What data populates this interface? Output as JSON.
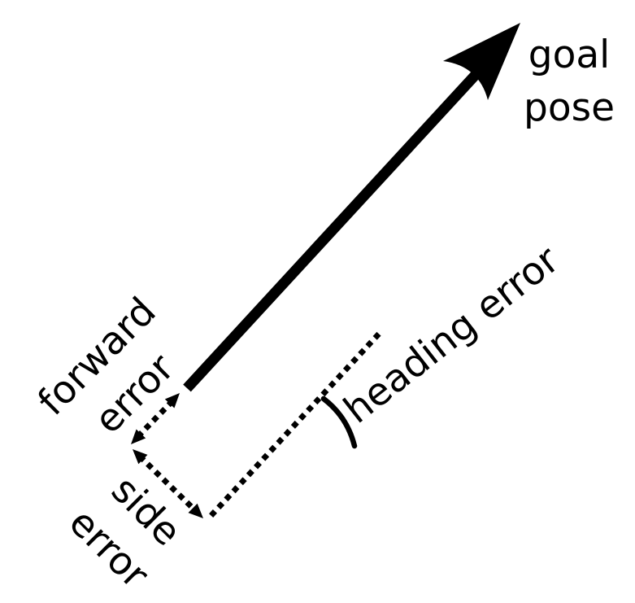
{
  "diagram": {
    "colors": {
      "ink": "#000000",
      "background": "#ffffff"
    },
    "goal_pose_label": {
      "line1": "goal",
      "line2": "pose"
    },
    "forward_error_label": {
      "line1": "forward",
      "line2": "error"
    },
    "side_error_label": {
      "line1": "side",
      "line2": "error"
    },
    "heading_error_label": "heading error"
  }
}
